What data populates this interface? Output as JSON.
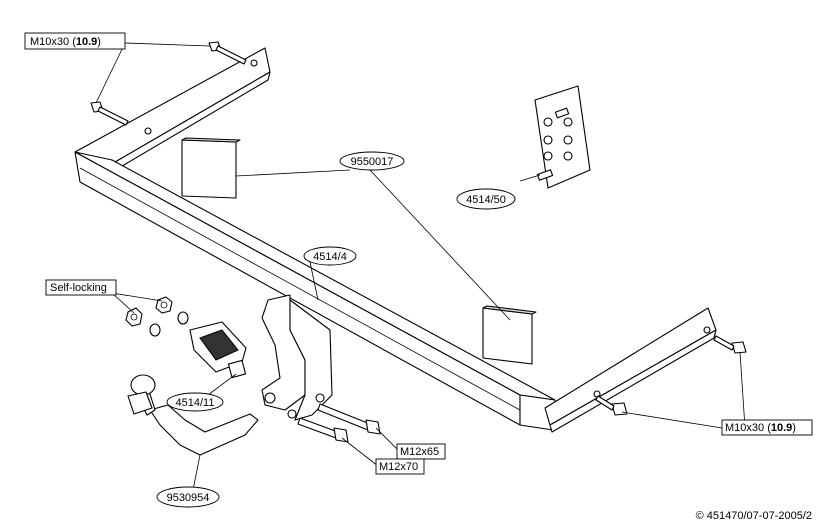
{
  "labels": {
    "bolt_top_left": "M10x30",
    "bolt_top_left_grade": "10.9",
    "bolt_right": "M10x30",
    "bolt_right_grade": "10.9",
    "part_9550017": "9550017",
    "part_4514_50": "4514/50",
    "part_4514_4": "4514/4",
    "self_locking": "Self-locking",
    "part_4514_11": "4514/11",
    "m12x65": "M12x65",
    "m12x70": "M12x70",
    "part_9530954": "9530954"
  },
  "copyright": "© 451470/07-07-2005/2"
}
